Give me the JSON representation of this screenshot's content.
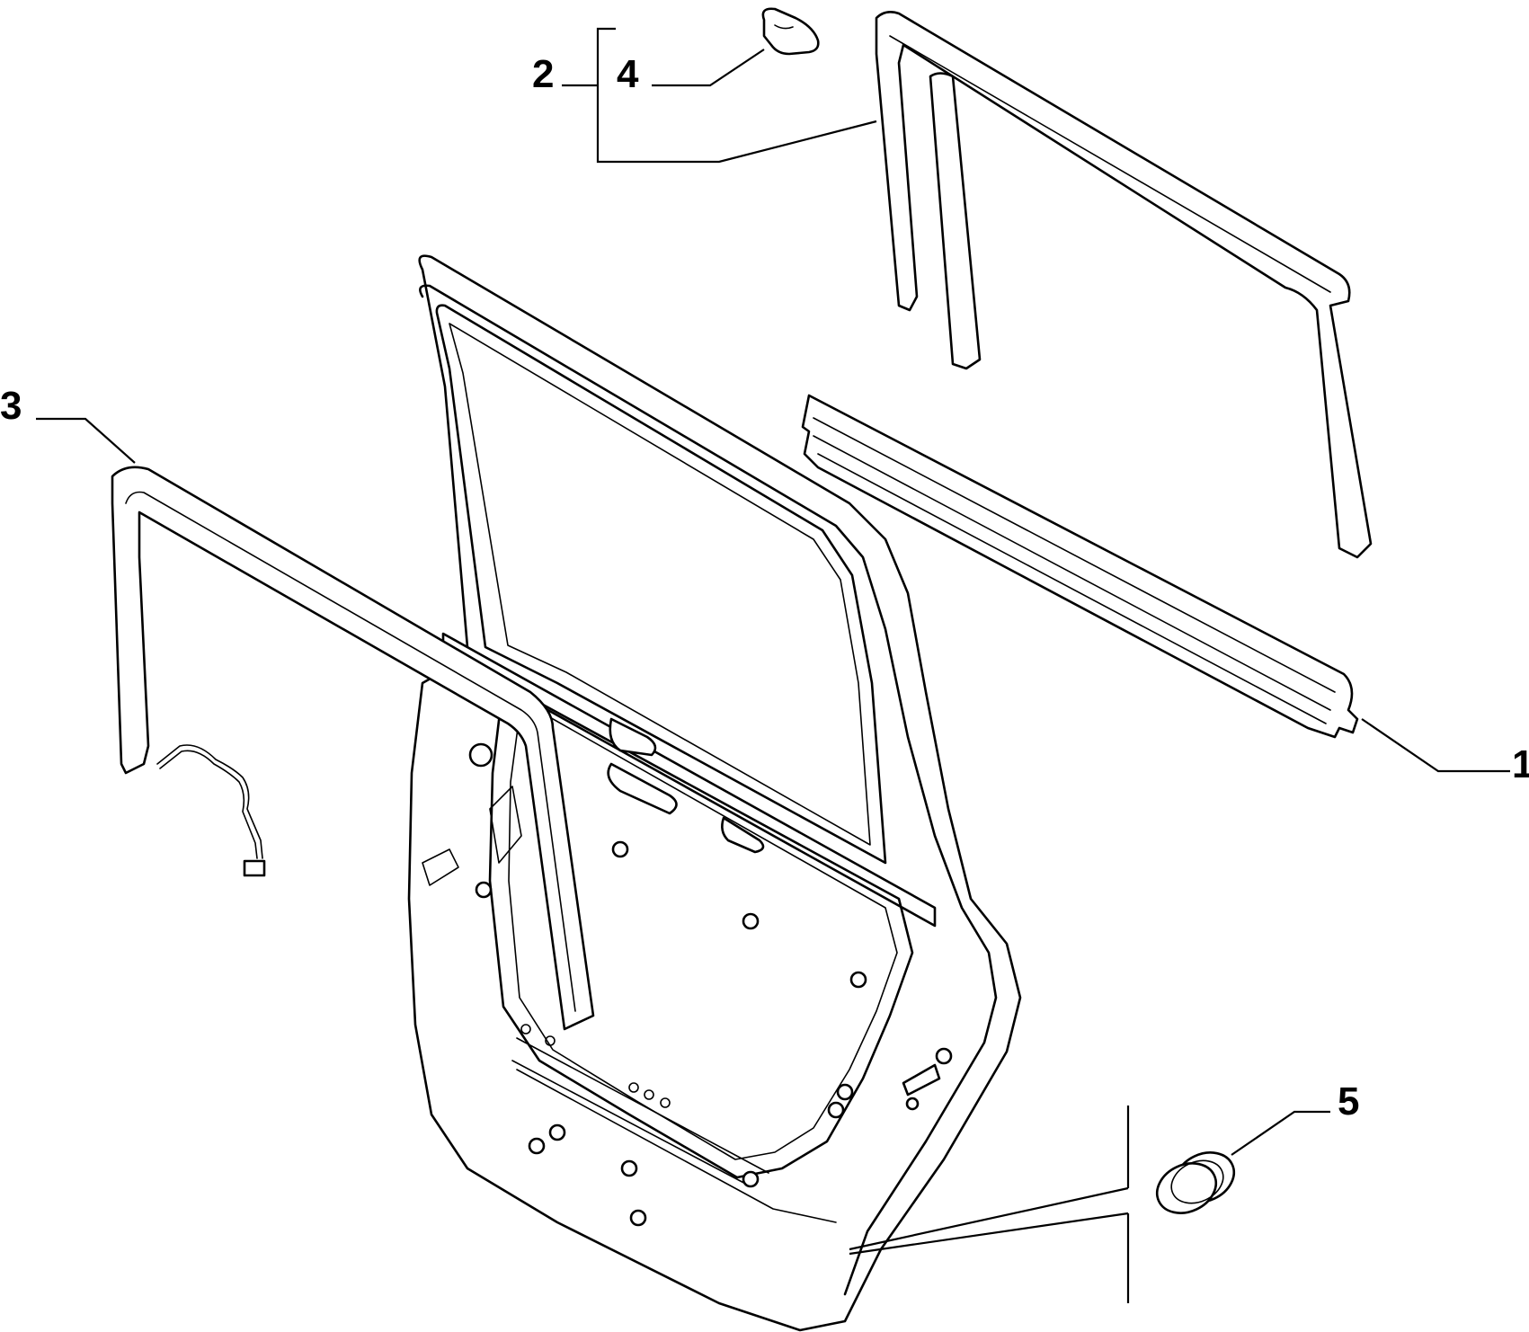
{
  "diagram": {
    "callouts": [
      {
        "id": "1",
        "label": "1",
        "part": "door-belt-weatherstrip"
      },
      {
        "id": "2",
        "label": "2",
        "part": "window-channel-seal-group"
      },
      {
        "id": "3",
        "label": "3",
        "part": "door-frame-seal"
      },
      {
        "id": "4",
        "label": "4",
        "part": "plastic-fastening-clip"
      },
      {
        "id": "5",
        "label": "5",
        "part": "rubber-plug"
      }
    ]
  }
}
